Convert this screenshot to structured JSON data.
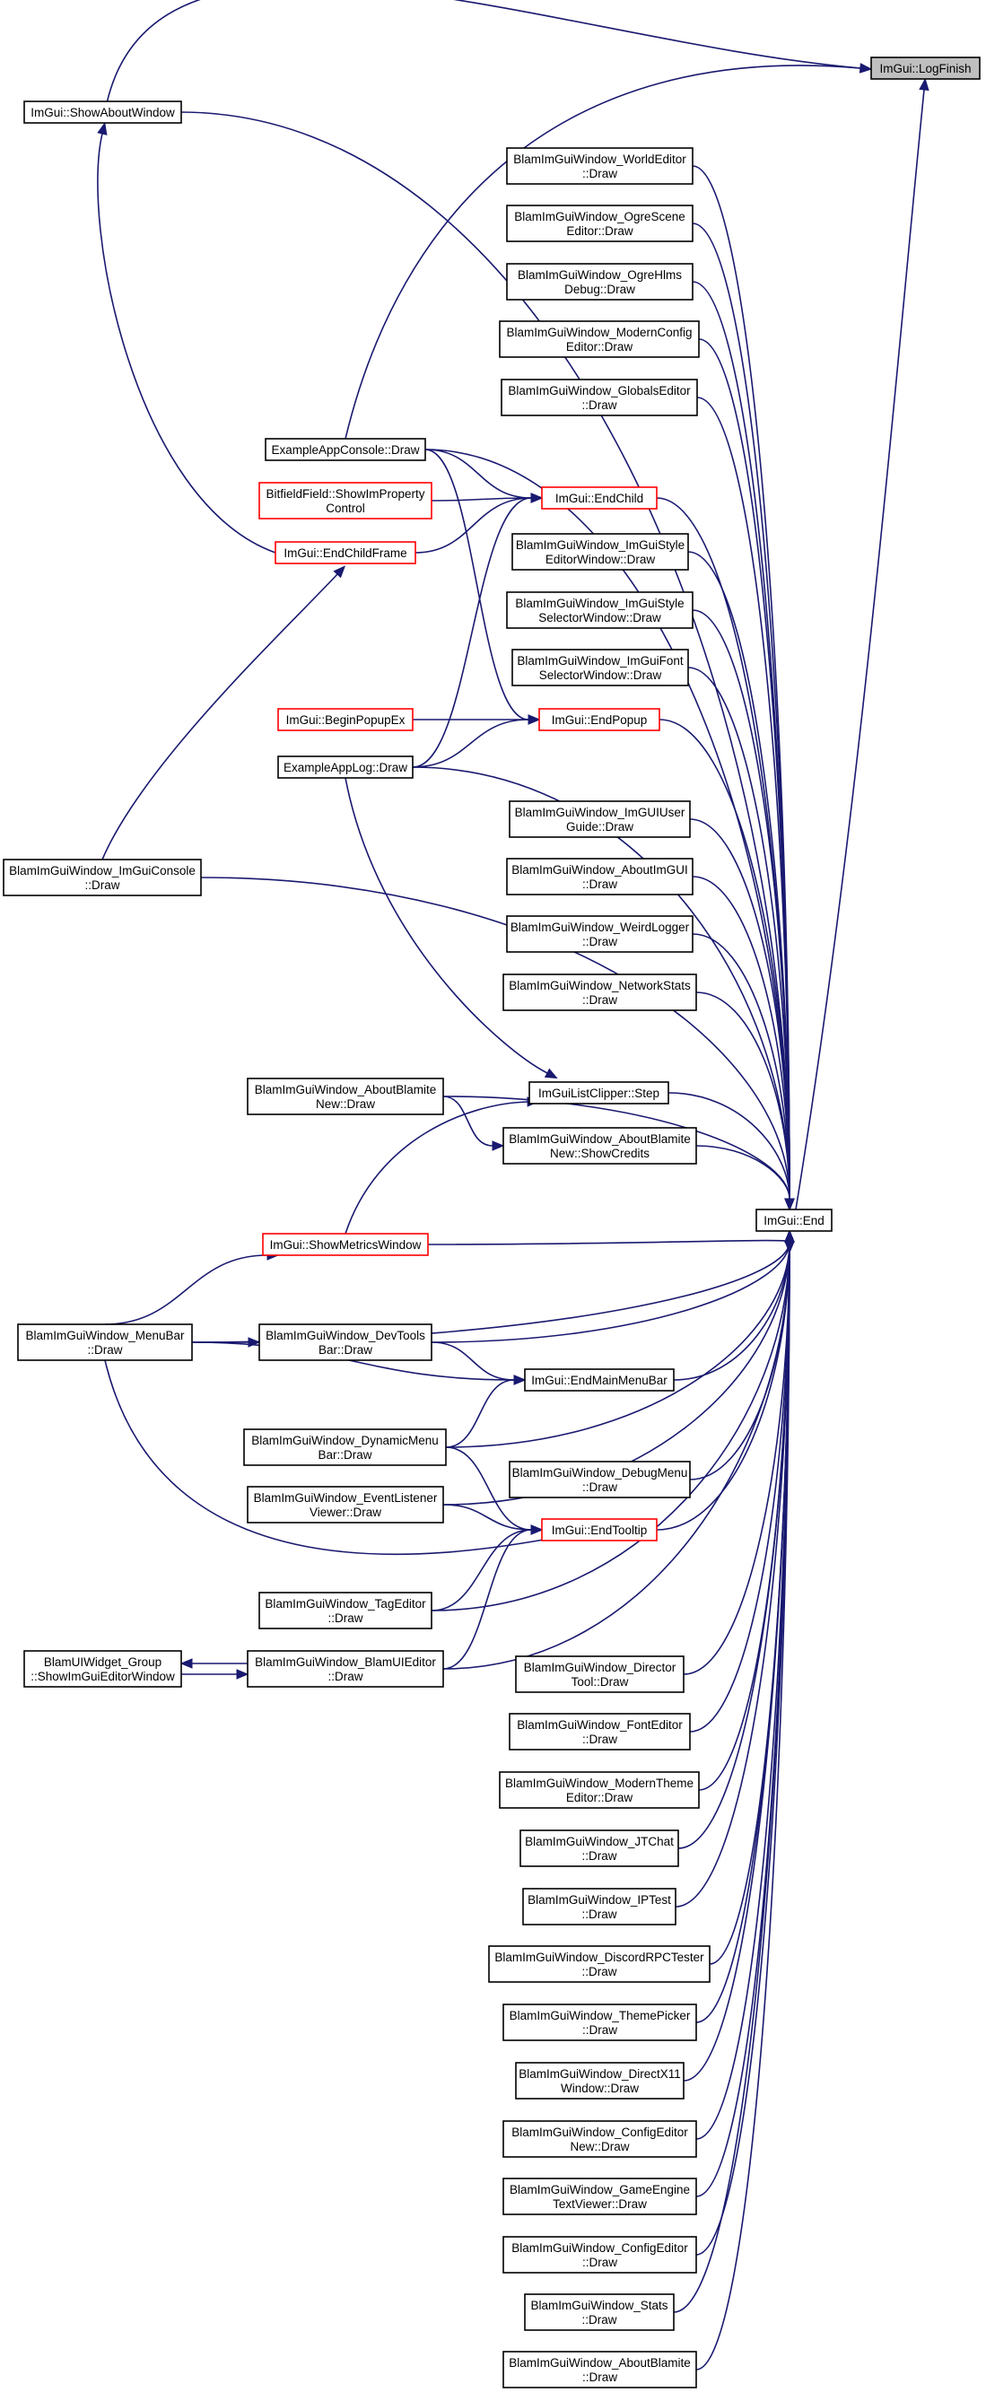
{
  "graph": {
    "colors": {
      "edge": "#191970",
      "node_border": "#000000",
      "link_border": "#ff0000",
      "root_fill": "#bfbfbf"
    },
    "nodes": [
      {
        "id": "logfinish",
        "lines": [
          "ImGui::LogFinish"
        ],
        "style": "root"
      },
      {
        "id": "showabout",
        "lines": [
          "ImGui::ShowAboutWindow"
        ],
        "style": "normal"
      },
      {
        "id": "worldeditor",
        "lines": [
          "BlamImGuiWindow_WorldEditor",
          "::Draw"
        ],
        "style": "normal"
      },
      {
        "id": "ogrescene",
        "lines": [
          "BlamImGuiWindow_OgreScene",
          "Editor::Draw"
        ],
        "style": "normal"
      },
      {
        "id": "ogrehlms",
        "lines": [
          "BlamImGuiWindow_OgreHlms",
          "Debug::Draw"
        ],
        "style": "normal"
      },
      {
        "id": "modernconfig",
        "lines": [
          "BlamImGuiWindow_ModernConfig",
          "Editor::Draw"
        ],
        "style": "normal"
      },
      {
        "id": "globalseditor",
        "lines": [
          "BlamImGuiWindow_GlobalsEditor",
          "::Draw"
        ],
        "style": "normal"
      },
      {
        "id": "exampleconsole",
        "lines": [
          "ExampleAppConsole::Draw"
        ],
        "style": "normal"
      },
      {
        "id": "bitfield",
        "lines": [
          "BitfieldField::ShowImProperty",
          "Control"
        ],
        "style": "red"
      },
      {
        "id": "endchild",
        "lines": [
          "ImGui::EndChild"
        ],
        "style": "red"
      },
      {
        "id": "endchildframe",
        "lines": [
          "ImGui::EndChildFrame"
        ],
        "style": "red"
      },
      {
        "id": "stylewindow",
        "lines": [
          "BlamImGuiWindow_ImGuiStyle",
          "EditorWindow::Draw"
        ],
        "style": "normal"
      },
      {
        "id": "styleselector",
        "lines": [
          "BlamImGuiWindow_ImGuiStyle",
          "SelectorWindow::Draw"
        ],
        "style": "normal"
      },
      {
        "id": "fontselector",
        "lines": [
          "BlamImGuiWindow_ImGuiFont",
          "SelectorWindow::Draw"
        ],
        "style": "normal"
      },
      {
        "id": "beginpopupex",
        "lines": [
          "ImGui::BeginPopupEx"
        ],
        "style": "red"
      },
      {
        "id": "endpopup",
        "lines": [
          "ImGui::EndPopup"
        ],
        "style": "red"
      },
      {
        "id": "examplelog",
        "lines": [
          "ExampleAppLog::Draw"
        ],
        "style": "normal"
      },
      {
        "id": "userguide",
        "lines": [
          "BlamImGuiWindow_ImGUIUser",
          "Guide::Draw"
        ],
        "style": "normal"
      },
      {
        "id": "aboutimgui",
        "lines": [
          "BlamImGuiWindow_AboutImGUI",
          "::Draw"
        ],
        "style": "normal"
      },
      {
        "id": "imguiconsole",
        "lines": [
          "BlamImGuiWindow_ImGuiConsole",
          "::Draw"
        ],
        "style": "normal"
      },
      {
        "id": "weirdlogger",
        "lines": [
          "BlamImGuiWindow_WeirdLogger",
          "::Draw"
        ],
        "style": "normal"
      },
      {
        "id": "networkstats",
        "lines": [
          "BlamImGuiWindow_NetworkStats",
          "::Draw"
        ],
        "style": "normal"
      },
      {
        "id": "aboutblamitenew",
        "lines": [
          "BlamImGuiWindow_AboutBlamite",
          "New::Draw"
        ],
        "style": "normal"
      },
      {
        "id": "listclipper",
        "lines": [
          "ImGuiListClipper::Step"
        ],
        "style": "normal"
      },
      {
        "id": "showcredits",
        "lines": [
          "BlamImGuiWindow_AboutBlamite",
          "New::ShowCredits"
        ],
        "style": "normal"
      },
      {
        "id": "end",
        "lines": [
          "ImGui::End"
        ],
        "style": "normal"
      },
      {
        "id": "showmetrics",
        "lines": [
          "ImGui::ShowMetricsWindow"
        ],
        "style": "red"
      },
      {
        "id": "menubar",
        "lines": [
          "BlamImGuiWindow_MenuBar",
          "::Draw"
        ],
        "style": "normal"
      },
      {
        "id": "devtools",
        "lines": [
          "BlamImGuiWindow_DevTools",
          "Bar::Draw"
        ],
        "style": "normal"
      },
      {
        "id": "endmainmenubar",
        "lines": [
          "ImGui::EndMainMenuBar"
        ],
        "style": "normal"
      },
      {
        "id": "dynamicmenu",
        "lines": [
          "BlamImGuiWindow_DynamicMenu",
          "Bar::Draw"
        ],
        "style": "normal"
      },
      {
        "id": "debugmenu",
        "lines": [
          "BlamImGuiWindow_DebugMenu",
          "::Draw"
        ],
        "style": "normal"
      },
      {
        "id": "eventlistener",
        "lines": [
          "BlamImGuiWindow_EventListener",
          "Viewer::Draw"
        ],
        "style": "normal"
      },
      {
        "id": "endtooltip",
        "lines": [
          "ImGui::EndTooltip"
        ],
        "style": "red"
      },
      {
        "id": "tageditor",
        "lines": [
          "BlamImGuiWindow_TagEditor",
          "::Draw"
        ],
        "style": "normal"
      },
      {
        "id": "widgetgroup",
        "lines": [
          "BlamUIWidget_Group",
          "::ShowImGuiEditorWindow"
        ],
        "style": "normal"
      },
      {
        "id": "blamuieditor",
        "lines": [
          "BlamImGuiWindow_BlamUIEditor",
          "::Draw"
        ],
        "style": "normal"
      },
      {
        "id": "directortool",
        "lines": [
          "BlamImGuiWindow_Director",
          "Tool::Draw"
        ],
        "style": "normal"
      },
      {
        "id": "fonteditor",
        "lines": [
          "BlamImGuiWindow_FontEditor",
          "::Draw"
        ],
        "style": "normal"
      },
      {
        "id": "moderntheme",
        "lines": [
          "BlamImGuiWindow_ModernTheme",
          "Editor::Draw"
        ],
        "style": "normal"
      },
      {
        "id": "jtchat",
        "lines": [
          "BlamImGuiWindow_JTChat",
          "::Draw"
        ],
        "style": "normal"
      },
      {
        "id": "iptest",
        "lines": [
          "BlamImGuiWindow_IPTest",
          "::Draw"
        ],
        "style": "normal"
      },
      {
        "id": "discordrpc",
        "lines": [
          "BlamImGuiWindow_DiscordRPCTester",
          "::Draw"
        ],
        "style": "normal"
      },
      {
        "id": "themepicker",
        "lines": [
          "BlamImGuiWindow_ThemePicker",
          "::Draw"
        ],
        "style": "normal"
      },
      {
        "id": "directx11",
        "lines": [
          "BlamImGuiWindow_DirectX11",
          "Window::Draw"
        ],
        "style": "normal"
      },
      {
        "id": "configeditornew",
        "lines": [
          "BlamImGuiWindow_ConfigEditor",
          "New::Draw"
        ],
        "style": "normal"
      },
      {
        "id": "gameengine",
        "lines": [
          "BlamImGuiWindow_GameEngine",
          "TextViewer::Draw"
        ],
        "style": "normal"
      },
      {
        "id": "configeditor",
        "lines": [
          "BlamImGuiWindow_ConfigEditor",
          "::Draw"
        ],
        "style": "normal"
      },
      {
        "id": "stats",
        "lines": [
          "BlamImGuiWindow_Stats",
          "::Draw"
        ],
        "style": "normal"
      },
      {
        "id": "aboutblamite",
        "lines": [
          "BlamImGuiWindow_AboutBlamite",
          "::Draw"
        ],
        "style": "normal"
      }
    ],
    "edges": [
      [
        "showabout",
        "logfinish"
      ],
      [
        "exampleconsole",
        "logfinish"
      ],
      [
        "end",
        "logfinish"
      ],
      [
        "endchildframe",
        "showabout"
      ],
      [
        "imguiconsole",
        "endchildframe"
      ],
      [
        "exampleconsole",
        "endchild"
      ],
      [
        "bitfield",
        "endchild"
      ],
      [
        "endchildframe",
        "endchild"
      ],
      [
        "examplelog",
        "endchild"
      ],
      [
        "exampleconsole",
        "endpopup"
      ],
      [
        "beginpopupex",
        "endpopup"
      ],
      [
        "examplelog",
        "endpopup"
      ],
      [
        "examplelog",
        "listclipper"
      ],
      [
        "showmetrics",
        "listclipper"
      ],
      [
        "aboutblamitenew",
        "showcredits"
      ],
      [
        "menubar",
        "showmetrics"
      ],
      [
        "menubar",
        "devtools"
      ],
      [
        "menubar",
        "endmainmenubar"
      ],
      [
        "devtools",
        "endmainmenubar"
      ],
      [
        "dynamicmenu",
        "endmainmenubar"
      ],
      [
        "dynamicmenu",
        "endtooltip"
      ],
      [
        "eventlistener",
        "endtooltip"
      ],
      [
        "menubar",
        "endtooltip"
      ],
      [
        "tageditor",
        "endtooltip"
      ],
      [
        "blamuieditor",
        "endtooltip"
      ],
      [
        "blamuieditor",
        "widgetgroup"
      ],
      [
        "widgetgroup",
        "blamuieditor"
      ],
      [
        "showabout",
        "end"
      ],
      [
        "worldeditor",
        "end"
      ],
      [
        "ogrescene",
        "end"
      ],
      [
        "ogrehlms",
        "end"
      ],
      [
        "modernconfig",
        "end"
      ],
      [
        "globalseditor",
        "end"
      ],
      [
        "exampleconsole",
        "end"
      ],
      [
        "endchild",
        "end"
      ],
      [
        "stylewindow",
        "end"
      ],
      [
        "styleselector",
        "end"
      ],
      [
        "fontselector",
        "end"
      ],
      [
        "endpopup",
        "end"
      ],
      [
        "examplelog",
        "end"
      ],
      [
        "userguide",
        "end"
      ],
      [
        "aboutimgui",
        "end"
      ],
      [
        "weirdlogger",
        "end"
      ],
      [
        "networkstats",
        "end"
      ],
      [
        "aboutblamitenew",
        "end"
      ],
      [
        "listclipper",
        "end"
      ],
      [
        "showcredits",
        "end"
      ],
      [
        "imguiconsole",
        "end"
      ],
      [
        "showmetrics",
        "end"
      ],
      [
        "menubar",
        "end"
      ],
      [
        "devtools",
        "end"
      ],
      [
        "endmainmenubar",
        "end"
      ],
      [
        "dynamicmenu",
        "end"
      ],
      [
        "debugmenu",
        "end"
      ],
      [
        "eventlistener",
        "end"
      ],
      [
        "endtooltip",
        "end"
      ],
      [
        "tageditor",
        "end"
      ],
      [
        "blamuieditor",
        "end"
      ],
      [
        "directortool",
        "end"
      ],
      [
        "fonteditor",
        "end"
      ],
      [
        "moderntheme",
        "end"
      ],
      [
        "jtchat",
        "end"
      ],
      [
        "iptest",
        "end"
      ],
      [
        "discordrpc",
        "end"
      ],
      [
        "themepicker",
        "end"
      ],
      [
        "directx11",
        "end"
      ],
      [
        "configeditornew",
        "end"
      ],
      [
        "gameengine",
        "end"
      ],
      [
        "configeditor",
        "end"
      ],
      [
        "stats",
        "end"
      ],
      [
        "aboutblamite",
        "end"
      ]
    ]
  }
}
